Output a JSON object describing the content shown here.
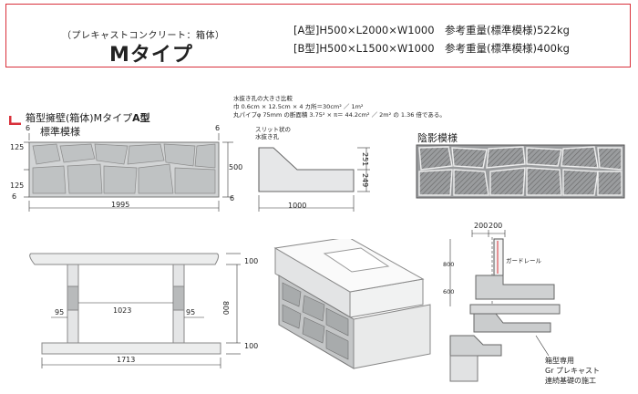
{
  "header": {
    "subtitle": "（プレキャストコンクリート：箱体）",
    "title": "Mタイプ",
    "spec_a": "[A型]H500×L2000×W1000　参考重量(標準模様)522kg",
    "spec_b": "[B型]H500×L1500×W1000　参考重量(標準模様)400kg"
  },
  "notes": {
    "line1": "水抜き孔の大きさ比較",
    "line2": "巾 0.6cm × 12.5cm × 4 カ所＝30cm² ／ 1m²",
    "line3": "丸パイプφ 75mm の断面積 3.75² × π＝ 44.2cm² ／ 2m² の 1.36 倍である。"
  },
  "section_front": {
    "title_prefix": "箱型擁壁(箱体)Mタイプ",
    "title_bold": "A型",
    "pattern": "標準模様",
    "dim_top_left": "6",
    "dim_top_right": "6",
    "dim_bottom_right": "6",
    "dim_left_125a": "125",
    "dim_left_125b": "125",
    "dim_left_6": "6",
    "dim_height": "500",
    "dim_length": "1995"
  },
  "section_side": {
    "slit_label_1": "スリット状の",
    "slit_label_2": "水抜き孔",
    "dim_width": "1000",
    "dim_251": "251",
    "dim_249": "249"
  },
  "section_shadow": {
    "title": "陰影模様"
  },
  "section_plan": {
    "dim_top": "100",
    "dim_mid": "800",
    "dim_bottom": "100",
    "dim_left_95": "95",
    "dim_center": "1023",
    "dim_right_95": "95",
    "dim_total": "1713"
  },
  "section_install": {
    "dim_200a": "200",
    "dim_200b": "200",
    "guardrail": "ガードレール",
    "dim_800": "800",
    "dim_600": "600",
    "caption_1": "箱型専用",
    "caption_2": "Gr プレキャスト",
    "caption_3": "連続基礎の施工"
  }
}
